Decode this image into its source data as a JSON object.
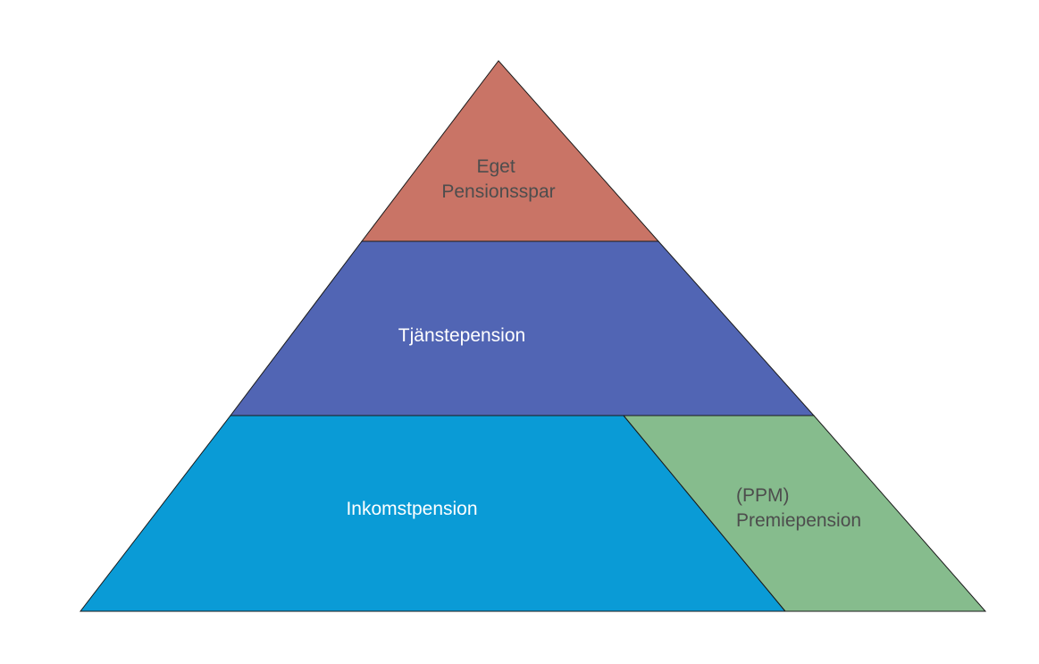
{
  "diagram": {
    "levels": {
      "top": {
        "line1": "Eget",
        "line2": "Pensionsspar",
        "fill": "#c97466",
        "text_color": "#4d4d4d"
      },
      "middle": {
        "label": "Tjänstepension",
        "fill": "#5165b4",
        "text_color": "#ffffff"
      },
      "bottom_left": {
        "label": "Inkomstpension",
        "fill": "#0a9bd6",
        "text_color": "#ffffff"
      },
      "bottom_right": {
        "line1": "(PPM)",
        "line2": "Premiepension",
        "fill": "#86bc8d",
        "text_color": "#4d4d4d"
      }
    },
    "outline_color": "#1a1a1a"
  }
}
